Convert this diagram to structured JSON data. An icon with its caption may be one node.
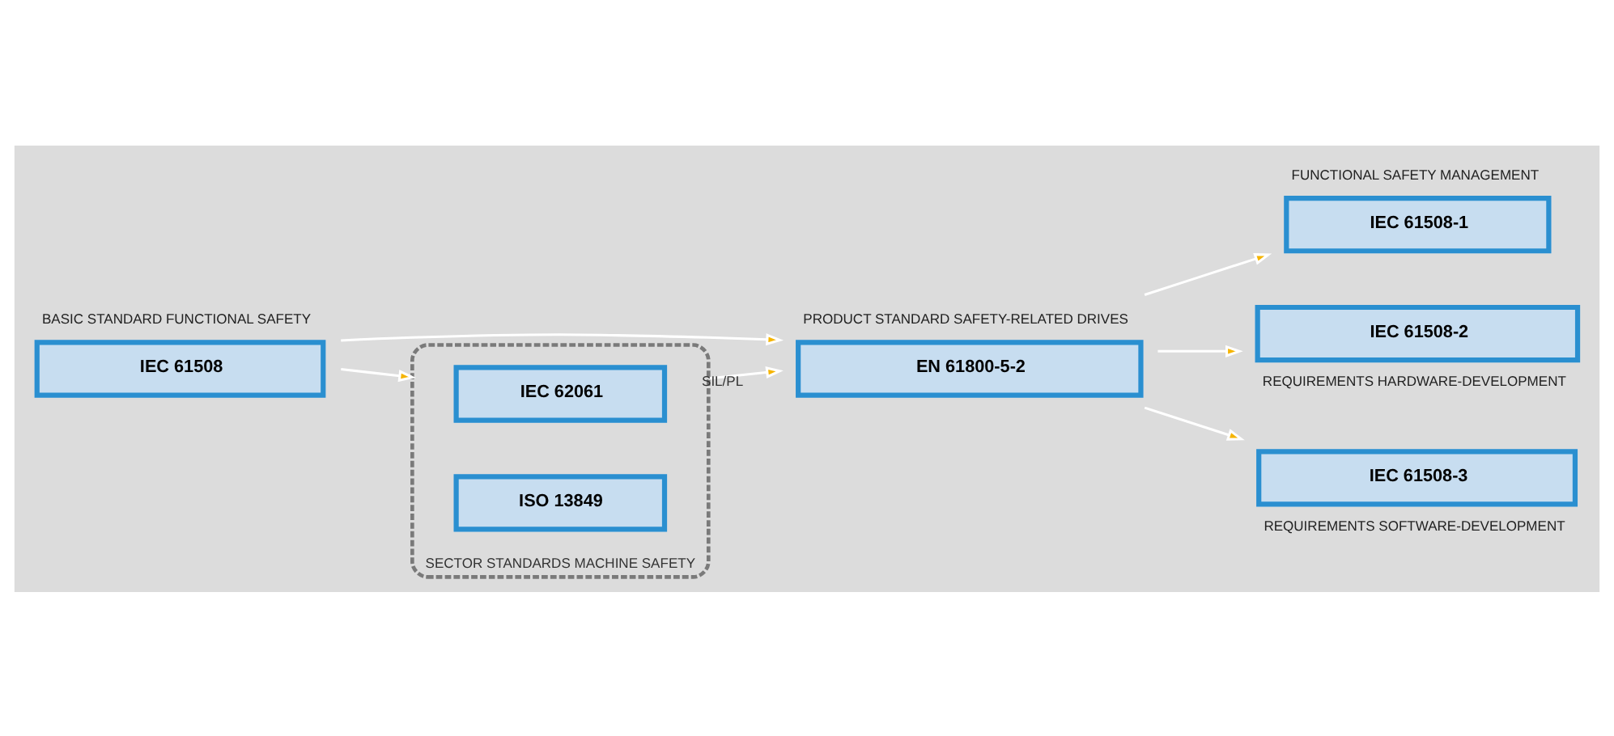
{
  "diagram": {
    "nodes": [
      {
        "text": [
          "BASIC STANDARD FUNCTIONAL SAFETY",
          "IEC 61508"
        ]
      },
      {
        "text": [
          "PRODUCT STANDARD SAFETY-RELATED DRIVES",
          "EN 61800-5-2"
        ]
      },
      {
        "text": [
          "SECTOR STANDARDS MACHINE SAFETY"
        ]
      },
      {
        "text": [
          "IEC 62061"
        ],
        "in": 2
      },
      {
        "text": [
          "ISO 13849"
        ],
        "in": 2
      },
      {
        "text": [
          "FUNCTIONAL SAFETY MANAGEMENT",
          "IEC 61508-1"
        ]
      },
      {
        "text": [
          "IEC 61508-2"
        ],
        "beside": [
          "REQUIREMENTS HARDWARE-DEVELOPMENT"
        ]
      },
      {
        "text": [
          "IEC 61508-3"
        ],
        "beside": [
          "REQUIREMENTS SOFTWARE-DEVELOPMENT"
        ]
      }
    ],
    "edges": [
      {
        "from": 0,
        "to": 1,
        "arrow": "to"
      },
      {
        "from": 0,
        "to": 2,
        "arrow": "to"
      },
      {
        "from": 2,
        "to": 1,
        "arrow": "to",
        "label": "SIL/PL"
      },
      {
        "from": 1,
        "to": 5,
        "arrow": "to"
      },
      {
        "from": 1,
        "to": 6,
        "arrow": "to"
      },
      {
        "from": 1,
        "to": 7,
        "arrow": "to"
      }
    ]
  }
}
